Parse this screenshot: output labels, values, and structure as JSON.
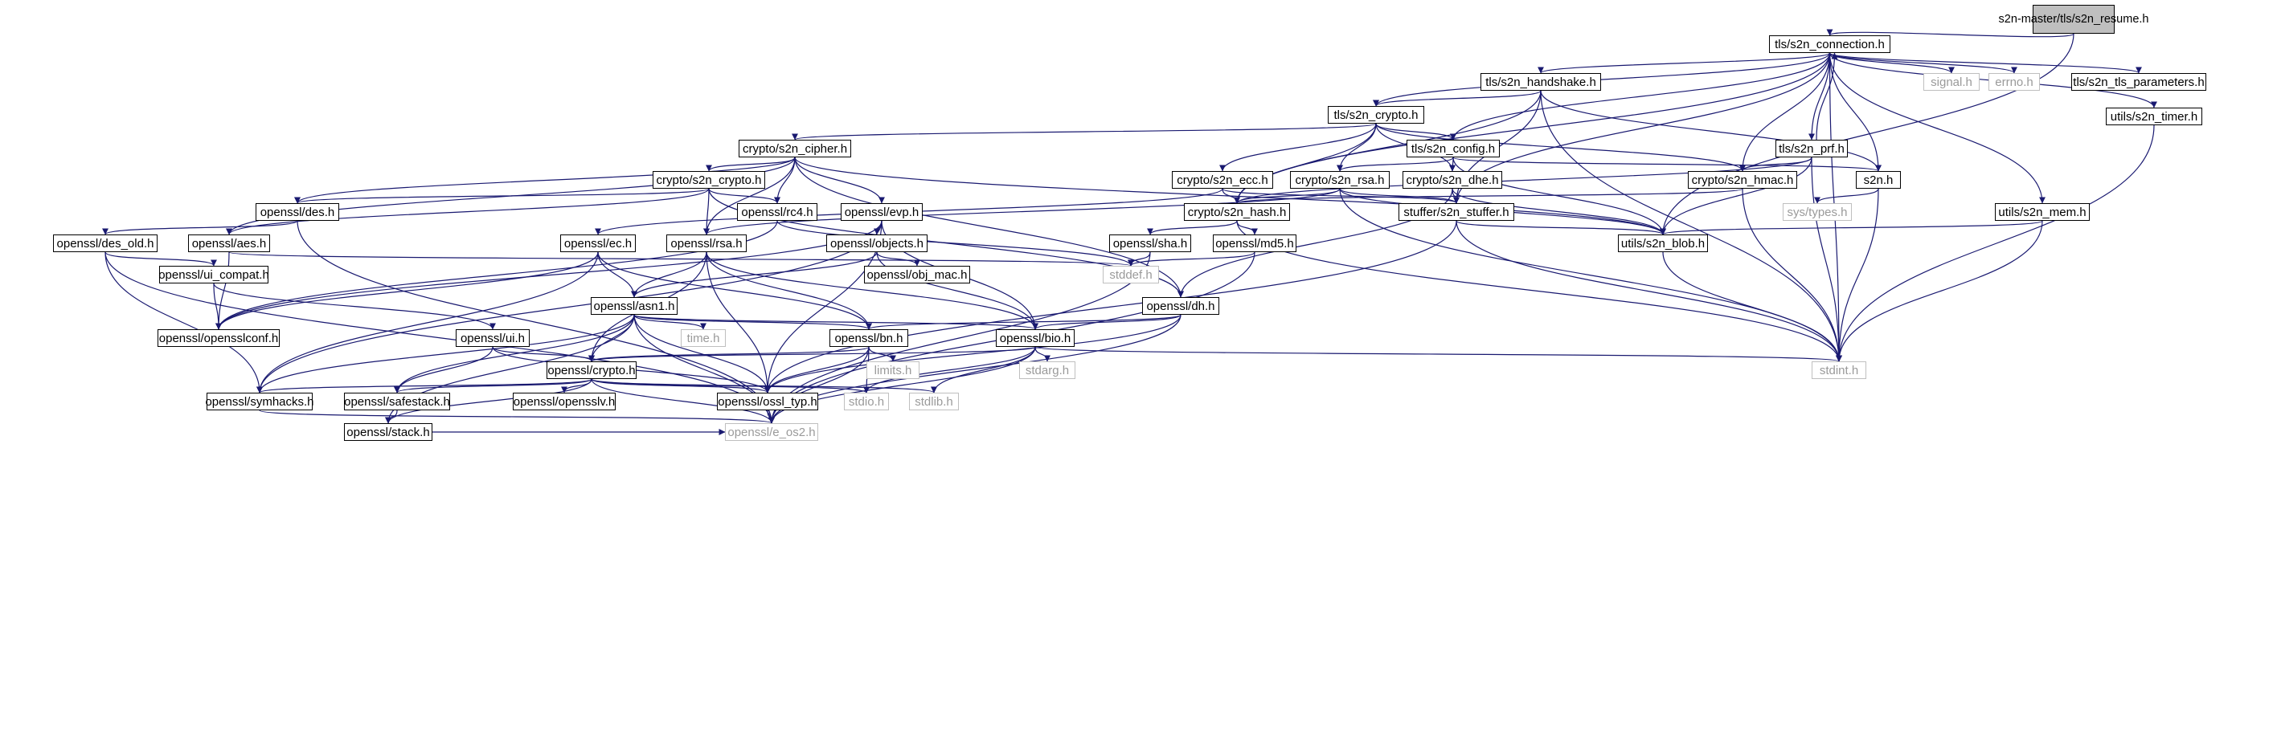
{
  "graph": {
    "title": "Include dependency graph for s2n_resume.h",
    "edge_color": "#191970",
    "root_fill": "#bfbfbf",
    "external_border": "#bfbfbf",
    "nodes": {
      "root": "s2n-master/tls/s2n_resume.h",
      "conn": "tls/s2n_connection.h",
      "hs": "tls/s2n_handshake.h",
      "signal": "signal.h",
      "errno": "errno.h",
      "tlsparams": "tls/s2n_tls_parameters.h",
      "timer": "utils/s2n_timer.h",
      "tcrypto": "tls/s2n_crypto.h",
      "cipher": "crypto/s2n_cipher.h",
      "config": "tls/s2n_config.h",
      "prf": "tls/s2n_prf.h",
      "ccrypto": "crypto/s2n_crypto.h",
      "ecc": "crypto/s2n_ecc.h",
      "rsa": "crypto/s2n_rsa.h",
      "dhe": "crypto/s2n_dhe.h",
      "hmac": "crypto/s2n_hmac.h",
      "s2n": "s2n.h",
      "des": "openssl/des.h",
      "rc4": "openssl/rc4.h",
      "evp": "openssl/evp.h",
      "hash": "crypto/s2n_hash.h",
      "stuffer": "stuffer/s2n_stuffer.h",
      "systypes": "sys/types.h",
      "mem": "utils/s2n_mem.h",
      "desold": "openssl/des_old.h",
      "aes": "openssl/aes.h",
      "ec": "openssl/ec.h",
      "ossrsa": "openssl/rsa.h",
      "objects": "openssl/objects.h",
      "sha": "openssl/sha.h",
      "md5": "openssl/md5.h",
      "blob": "utils/s2n_blob.h",
      "uicompat": "openssl/ui_compat.h",
      "stddef": "stddef.h",
      "objmac": "openssl/obj_mac.h",
      "asn1": "openssl/asn1.h",
      "dh": "openssl/dh.h",
      "osconf": "openssl/opensslconf.h",
      "ui": "openssl/ui.h",
      "time": "time.h",
      "bn": "openssl/bn.h",
      "bio": "openssl/bio.h",
      "limits": "limits.h",
      "stdarg": "stdarg.h",
      "stdint": "stdint.h",
      "ocrypto": "openssl/crypto.h",
      "symhacks": "openssl/symhacks.h",
      "safestack": "openssl/safestack.h",
      "osslv": "openssl/opensslv.h",
      "ossltyp": "openssl/ossl_typ.h",
      "stdio": "stdio.h",
      "stdlib": "stdlib.h",
      "stack": "openssl/stack.h",
      "eos2": "openssl/e_os2.h"
    }
  }
}
